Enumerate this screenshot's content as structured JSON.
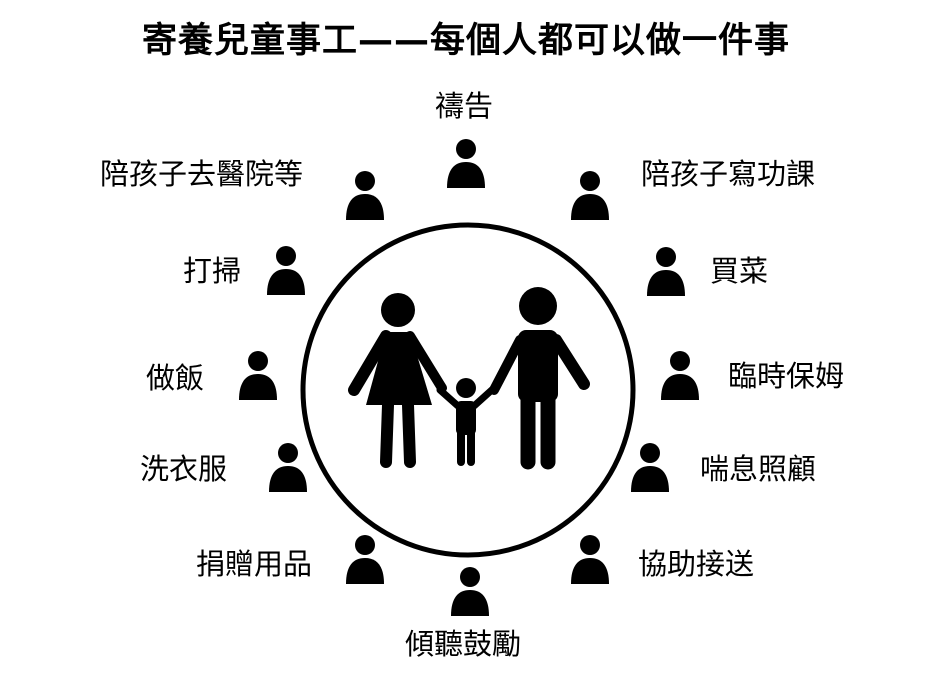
{
  "title": "寄養兒童事工——每個人都可以做一件事",
  "colors": {
    "ink": "#000000",
    "background": "#ffffff"
  },
  "icons": {
    "person": "person-icon",
    "family": "family-icon"
  },
  "items": [
    "禱告",
    "陪孩子寫功課",
    "買菜",
    "臨時保姆",
    "喘息照顧",
    "協助接送",
    "傾聽鼓勵",
    "捐贈用品",
    "洗衣服",
    "做飯",
    "打掃",
    "陪孩子去醫院等"
  ]
}
